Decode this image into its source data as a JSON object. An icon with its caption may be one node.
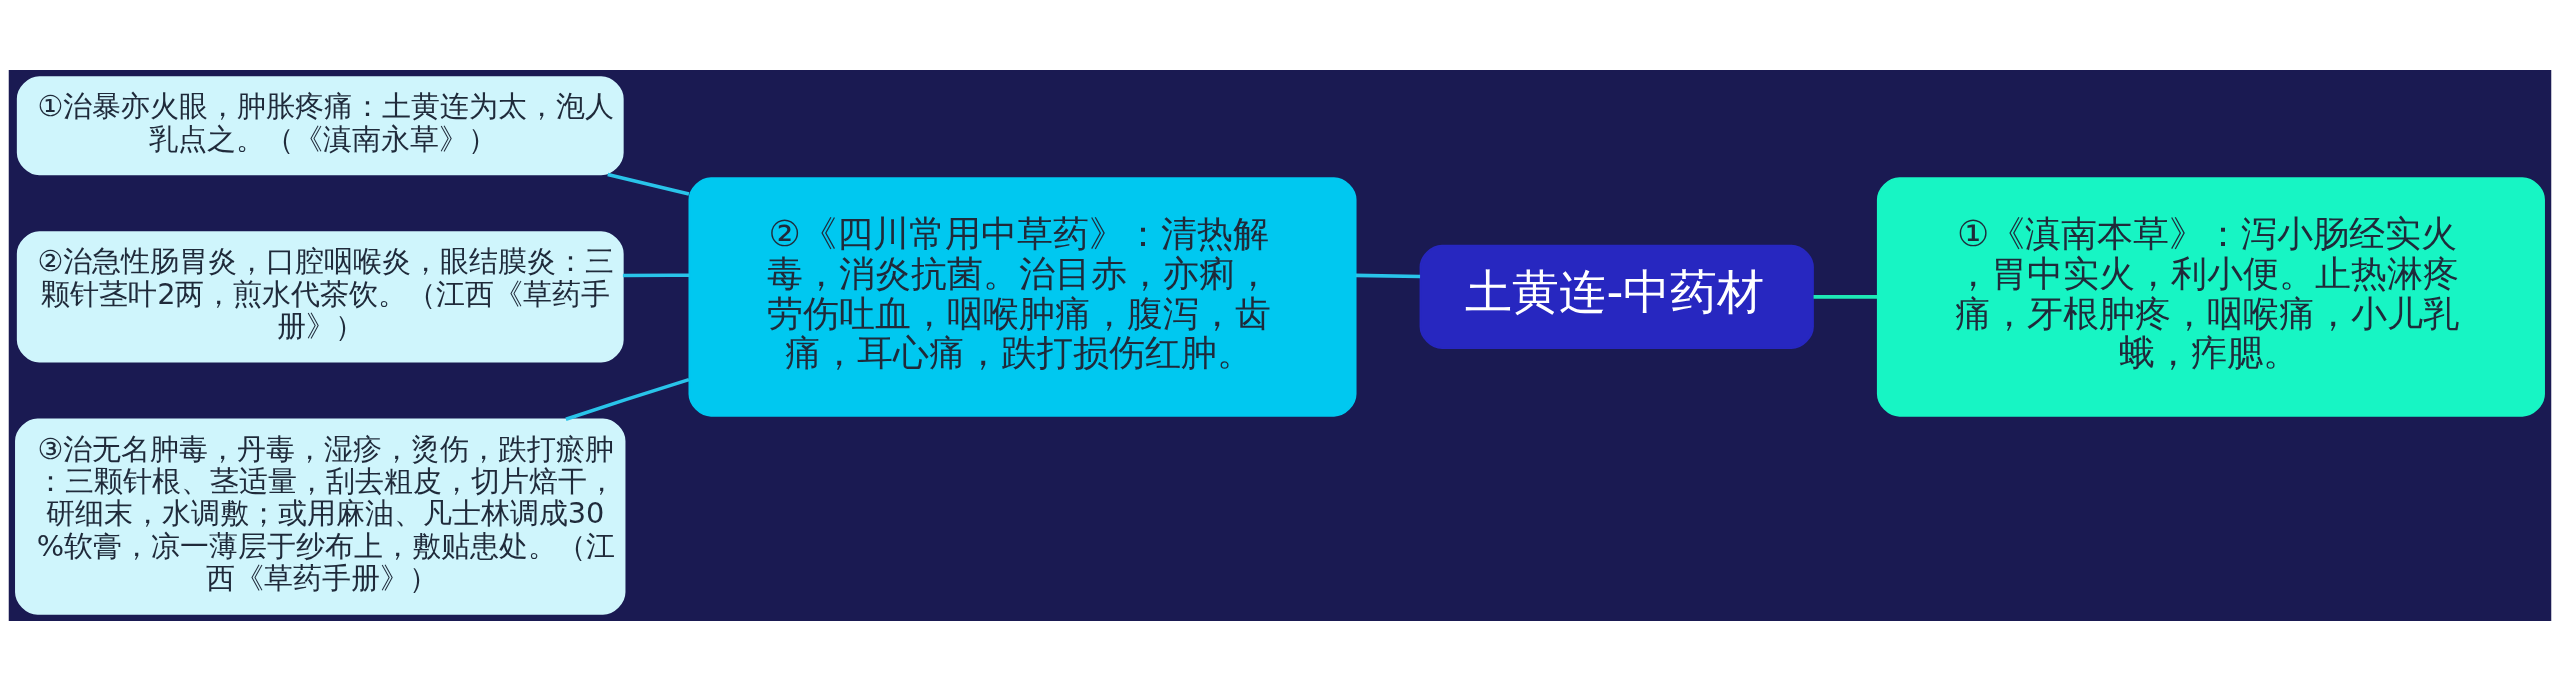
{
  "diagram": {
    "nodes": [
      {
        "text": [
          "土黄连-中药材"
        ]
      },
      {
        "text": [
          "①《滇南本草》：泻小肠经实火，胃中实火，利小便。止热淋疼痛，牙根肿疼，咽喉痛，小儿乳蛾，痄腮。"
        ]
      },
      {
        "text": [
          "②《四川常用中草药》：清热解毒，消炎抗菌。治目赤，亦痢，劳伤吐血，咽喉肿痛，腹泻，齿痛，耳心痛，跌打损伤红肿。"
        ]
      },
      {
        "text": [
          "①治暴亦火眼，肿胀疼痛：土黄连为太，泡人乳点之。（《滇南永草》）"
        ]
      },
      {
        "text": [
          "②治急性肠胃炎，口腔咽喉炎，眼结膜炎：三颗针茎叶2两，煎水代茶饮。（江西《草药手册》）"
        ]
      },
      {
        "text": [
          "③治无名肿毒，丹毒，湿疹，烫伤，跌打瘀肿：三颗针根、茎适量，刮去粗皮，切片焙干，研细末，水调敷；或用麻油、凡士林调成30%软膏，凉一薄层于纱布上，敷贴患处。（江西《草药手册》）"
        ]
      }
    ],
    "edges": [
      {
        "from": 0,
        "to": 1,
        "arrow": "none",
        "color": "#1de9b6"
      },
      {
        "from": 0,
        "to": 2,
        "arrow": "none"
      },
      {
        "from": 2,
        "to": 3,
        "arrow": "none"
      },
      {
        "from": 2,
        "to": 4,
        "arrow": "none"
      },
      {
        "from": 2,
        "to": 5,
        "arrow": "none"
      }
    ]
  }
}
